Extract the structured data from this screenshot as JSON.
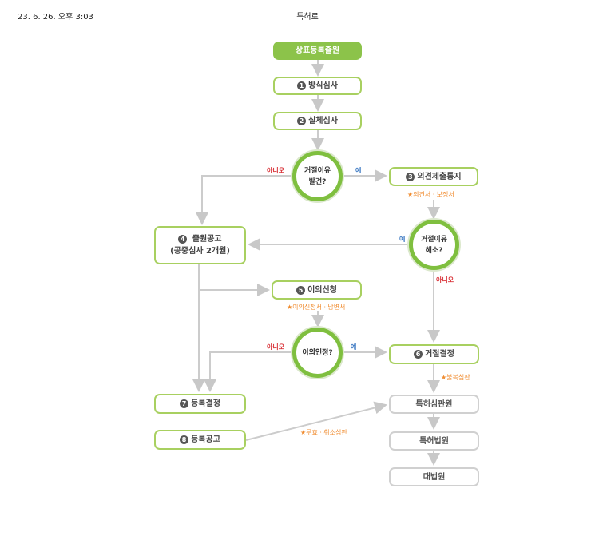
{
  "header": {
    "timestamp": "23. 6. 26. 오후 3:03",
    "title": "특허로"
  },
  "flow": {
    "start": "상표등록출원",
    "step1": {
      "num": "1",
      "label": "방식심사"
    },
    "step2": {
      "num": "2",
      "label": "실체심사"
    },
    "decision1": {
      "line1": "거절이유",
      "line2": "발견?"
    },
    "decision1_no": "아니오",
    "decision1_yes": "예",
    "step3": {
      "num": "3",
      "label": "의견제출통지"
    },
    "step3_note": "★의견서ㆍ보정서",
    "decision2": {
      "line1": "거절이유",
      "line2": "해소?"
    },
    "decision2_yes": "예",
    "decision2_no": "아니오",
    "step4": {
      "num": "4",
      "label": "출원공고",
      "sub": "(공중심사 2개월)"
    },
    "step5": {
      "num": "5",
      "label": "이의신청"
    },
    "step5_note": "★이의신청서ㆍ답변서",
    "decision3": {
      "line1": "이의인정?"
    },
    "decision3_no": "아니오",
    "decision3_yes": "예",
    "step6": {
      "num": "6",
      "label": "거절결정"
    },
    "step6_note": "★불복심판",
    "step7": {
      "num": "7",
      "label": "등록결정"
    },
    "step8": {
      "num": "8",
      "label": "등록공고"
    },
    "step8_note": "★무효ㆍ취소심판",
    "court1": "특허심판원",
    "court2": "특허법원",
    "court3": "대법원"
  },
  "colors": {
    "accent": "#8cc34a",
    "box_border": "#a8d060",
    "connector": "#cccccc",
    "no": "#d9343a",
    "yes": "#3b78c2",
    "note": "#f08c30"
  }
}
